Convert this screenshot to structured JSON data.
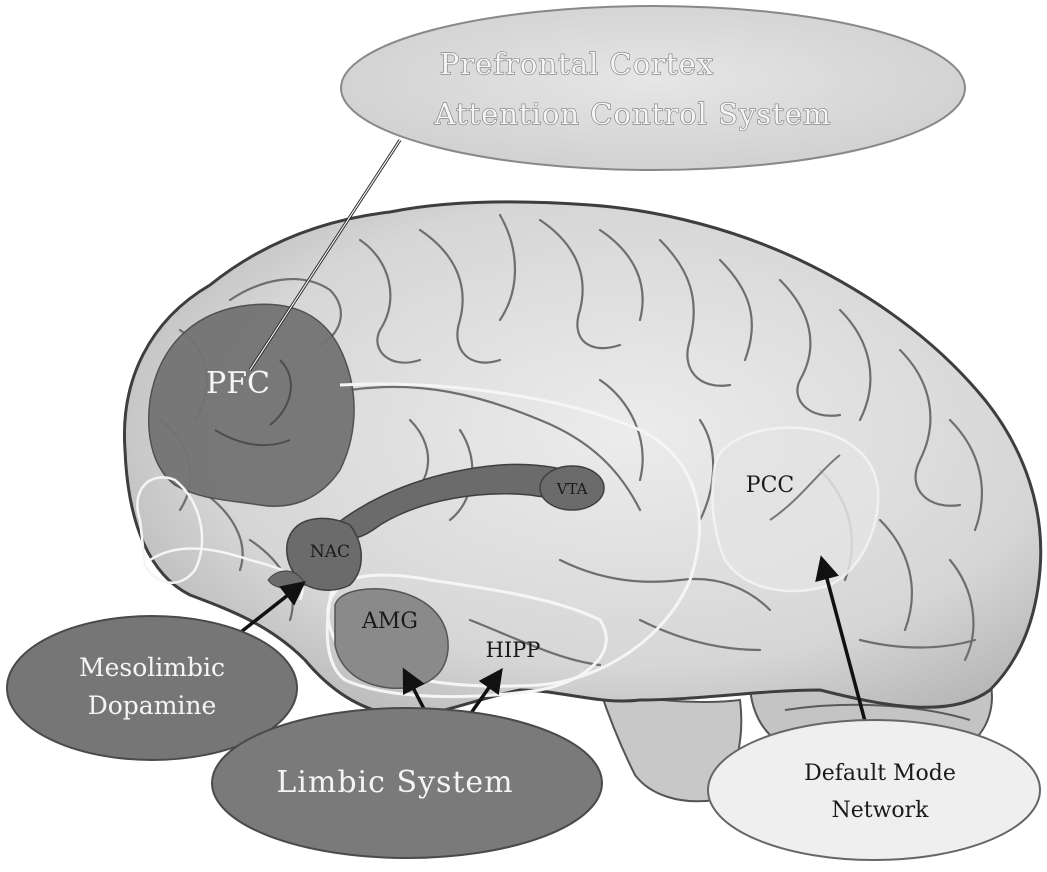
{
  "callouts": {
    "pfc_system": {
      "line1": "Prefrontal Cortex",
      "line2": "Attention Control System"
    },
    "mesolimbic": {
      "line1": "Mesolimbic",
      "line2": "Dopamine"
    },
    "limbic": {
      "label": "Limbic System"
    },
    "dmn": {
      "line1": "Default Mode",
      "line2": "Network"
    }
  },
  "regions": {
    "pfc": "PFC",
    "nac": "NAC",
    "vta": "VTA",
    "amg": "AMG",
    "hipp": "HIPP",
    "pcc": "PCC"
  },
  "colors": {
    "brain_fill": "#d9d9d9",
    "sulcus": "#6e6e6e",
    "region_dark": "#6b6b6b",
    "region_medium": "#8c8c8c",
    "callout_light": "#dcdcdc",
    "callout_dark": "#7a7a7a"
  }
}
